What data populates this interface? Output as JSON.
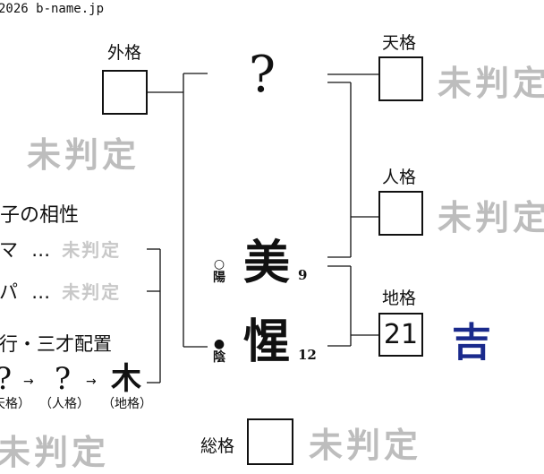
{
  "copyright": "2026 b-name.jp",
  "name": {
    "surname": "?",
    "given1": {
      "char": "美",
      "strokes": "9",
      "yinyang": "陽",
      "yinyang_mark": "○"
    },
    "given2": {
      "char": "惺",
      "strokes": "12",
      "yinyang": "陰",
      "yinyang_mark": "●"
    }
  },
  "kaku": {
    "gaikaku": {
      "label": "外格",
      "value": ""
    },
    "tenkaku": {
      "label": "天格",
      "value": ""
    },
    "jinkaku": {
      "label": "人格",
      "value": ""
    },
    "chikaku": {
      "label": "地格",
      "value": "21",
      "judgement": "吉"
    },
    "soukaku": {
      "label": "総格",
      "value": ""
    }
  },
  "undetermined": "未判定",
  "parent": {
    "title": "親子の相性",
    "items": [
      {
        "label": "ママ",
        "dots": "…",
        "result": "未判定"
      },
      {
        "label": "パパ",
        "dots": "…",
        "result": "未判定"
      }
    ]
  },
  "gogyo": {
    "title": "五行・三才配置",
    "items": [
      {
        "char": "?",
        "sub": "（天格）"
      },
      {
        "char": "?",
        "sub": "（人格）"
      },
      {
        "char": "木",
        "sub": "（地格）"
      }
    ],
    "arrow": "→"
  }
}
